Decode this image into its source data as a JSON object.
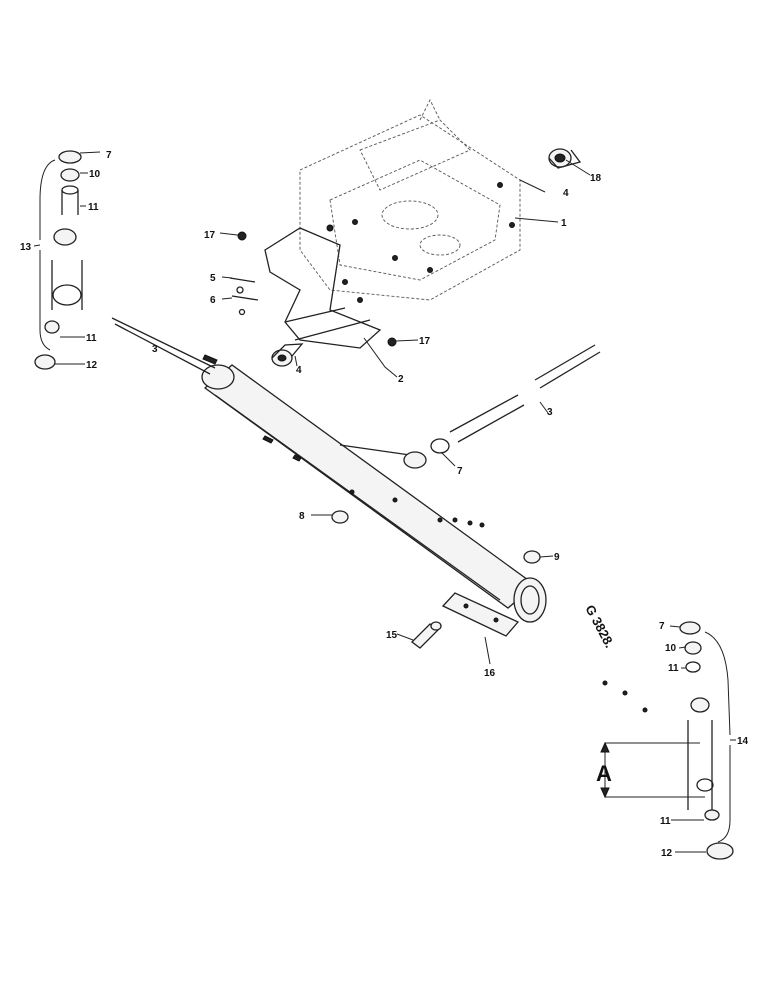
{
  "diagram": {
    "drawing_code": "G 3828.",
    "dimension_label": "A",
    "callouts": [
      {
        "id": "c1",
        "text": "1"
      },
      {
        "id": "c2",
        "text": "2"
      },
      {
        "id": "c3a",
        "text": "3"
      },
      {
        "id": "c3b",
        "text": "3"
      },
      {
        "id": "c4a",
        "text": "4"
      },
      {
        "id": "c4b",
        "text": "4"
      },
      {
        "id": "c5",
        "text": "5"
      },
      {
        "id": "c6",
        "text": "6"
      },
      {
        "id": "c7a",
        "text": "7"
      },
      {
        "id": "c7b",
        "text": "7"
      },
      {
        "id": "c7c",
        "text": "7"
      },
      {
        "id": "c8",
        "text": "8"
      },
      {
        "id": "c9",
        "text": "9"
      },
      {
        "id": "c10a",
        "text": "10"
      },
      {
        "id": "c10b",
        "text": "10"
      },
      {
        "id": "c11a",
        "text": "11"
      },
      {
        "id": "c11b",
        "text": "11"
      },
      {
        "id": "c11c",
        "text": "11"
      },
      {
        "id": "c11d",
        "text": "11"
      },
      {
        "id": "c12a",
        "text": "12"
      },
      {
        "id": "c12b",
        "text": "12"
      },
      {
        "id": "c13",
        "text": "13"
      },
      {
        "id": "c14",
        "text": "14"
      },
      {
        "id": "c15",
        "text": "15"
      },
      {
        "id": "c16",
        "text": "16"
      },
      {
        "id": "c17a",
        "text": "17"
      },
      {
        "id": "c17b",
        "text": "17"
      },
      {
        "id": "c18",
        "text": "18"
      }
    ]
  }
}
